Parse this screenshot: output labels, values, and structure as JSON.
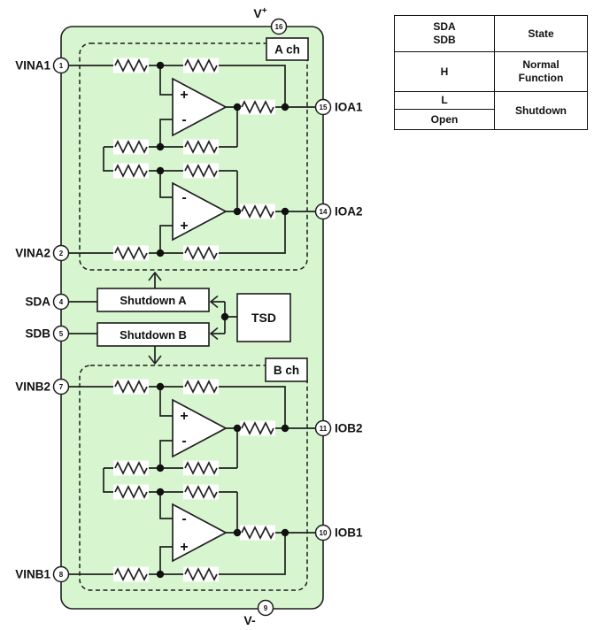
{
  "diagram": {
    "power": {
      "top_label": "V",
      "top_sup": "+",
      "top_pin": "16",
      "bottom_label": "V-",
      "bottom_pin": "9"
    },
    "pins_left": [
      {
        "label": "VINA1",
        "num": "1"
      },
      {
        "label": "VINA2",
        "num": "2"
      },
      {
        "label": "SDA",
        "num": "4"
      },
      {
        "label": "SDB",
        "num": "5"
      },
      {
        "label": "VINB2",
        "num": "7"
      },
      {
        "label": "VINB1",
        "num": "8"
      }
    ],
    "pins_right": [
      {
        "label": "IOA1",
        "num": "15"
      },
      {
        "label": "IOA2",
        "num": "14"
      },
      {
        "label": "IOB2",
        "num": "11"
      },
      {
        "label": "IOB1",
        "num": "10"
      }
    ],
    "channel_a_label": "A ch",
    "channel_b_label": "B ch",
    "blocks": {
      "shutdown_a": "Shutdown A",
      "shutdown_b": "Shutdown B",
      "tsd": "TSD"
    },
    "opamp": {
      "plus": "+",
      "minus": "-"
    },
    "colors": {
      "chip_fill": "#d7f6cf",
      "line": "#212121"
    }
  },
  "truth_table": {
    "header_signals": [
      "SDA",
      "SDB"
    ],
    "header_state": "State",
    "rows": {
      "h_value": "H",
      "h_state": [
        "Normal",
        "Function"
      ],
      "l_value": "L",
      "open_value": "Open",
      "l_open_state": "Shutdown"
    }
  }
}
